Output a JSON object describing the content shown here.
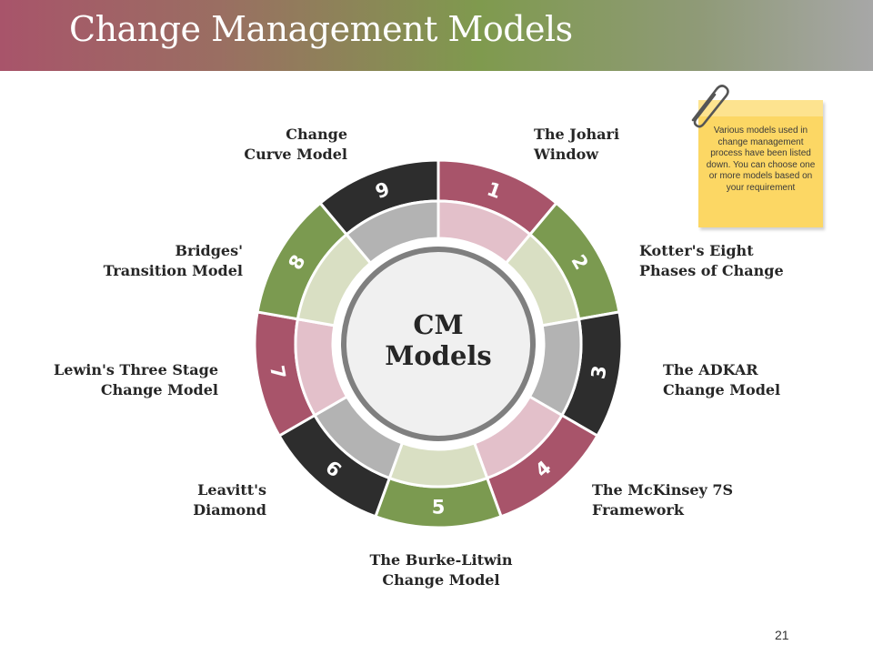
{
  "slide": {
    "title": "Change Management Models",
    "page_number": "21"
  },
  "center": {
    "line1": "CM",
    "line2": "Models"
  },
  "segments": [
    {
      "number": "1",
      "label": [
        "The Johari",
        "Window"
      ],
      "outer_color": "#a8546a",
      "inner_color": "#e3c0ca"
    },
    {
      "number": "2",
      "label": [
        "Kotter's Eight",
        "Phases of Change"
      ],
      "outer_color": "#7b9a50",
      "inner_color": "#d9dfc3"
    },
    {
      "number": "3",
      "label": [
        "The ADKAR",
        "Change Model"
      ],
      "outer_color": "#2d2d2d",
      "inner_color": "#b3b3b3"
    },
    {
      "number": "4",
      "label": [
        "The McKinsey 7S",
        "Framework"
      ],
      "outer_color": "#a8546a",
      "inner_color": "#e3c0ca"
    },
    {
      "number": "5",
      "label": [
        "The Burke-Litwin",
        "Change Model"
      ],
      "outer_color": "#7b9a50",
      "inner_color": "#d9dfc3"
    },
    {
      "number": "6",
      "label": [
        "Leavitt's",
        "Diamond"
      ],
      "outer_color": "#2d2d2d",
      "inner_color": "#b3b3b3"
    },
    {
      "number": "7",
      "label": [
        "Lewin's Three Stage",
        "Change Model"
      ],
      "outer_color": "#a8546a",
      "inner_color": "#e3c0ca"
    },
    {
      "number": "8",
      "label": [
        "Bridges'",
        "Transition Model"
      ],
      "outer_color": "#7b9a50",
      "inner_color": "#d9dfc3"
    },
    {
      "number": "9",
      "label": [
        "Change",
        "Curve Model"
      ],
      "outer_color": "#2d2d2d",
      "inner_color": "#b3b3b3"
    }
  ],
  "note": {
    "text": "Various models used in change management process have been listed down. You can choose one or more models based on your requirement",
    "color": "#fcd764"
  }
}
